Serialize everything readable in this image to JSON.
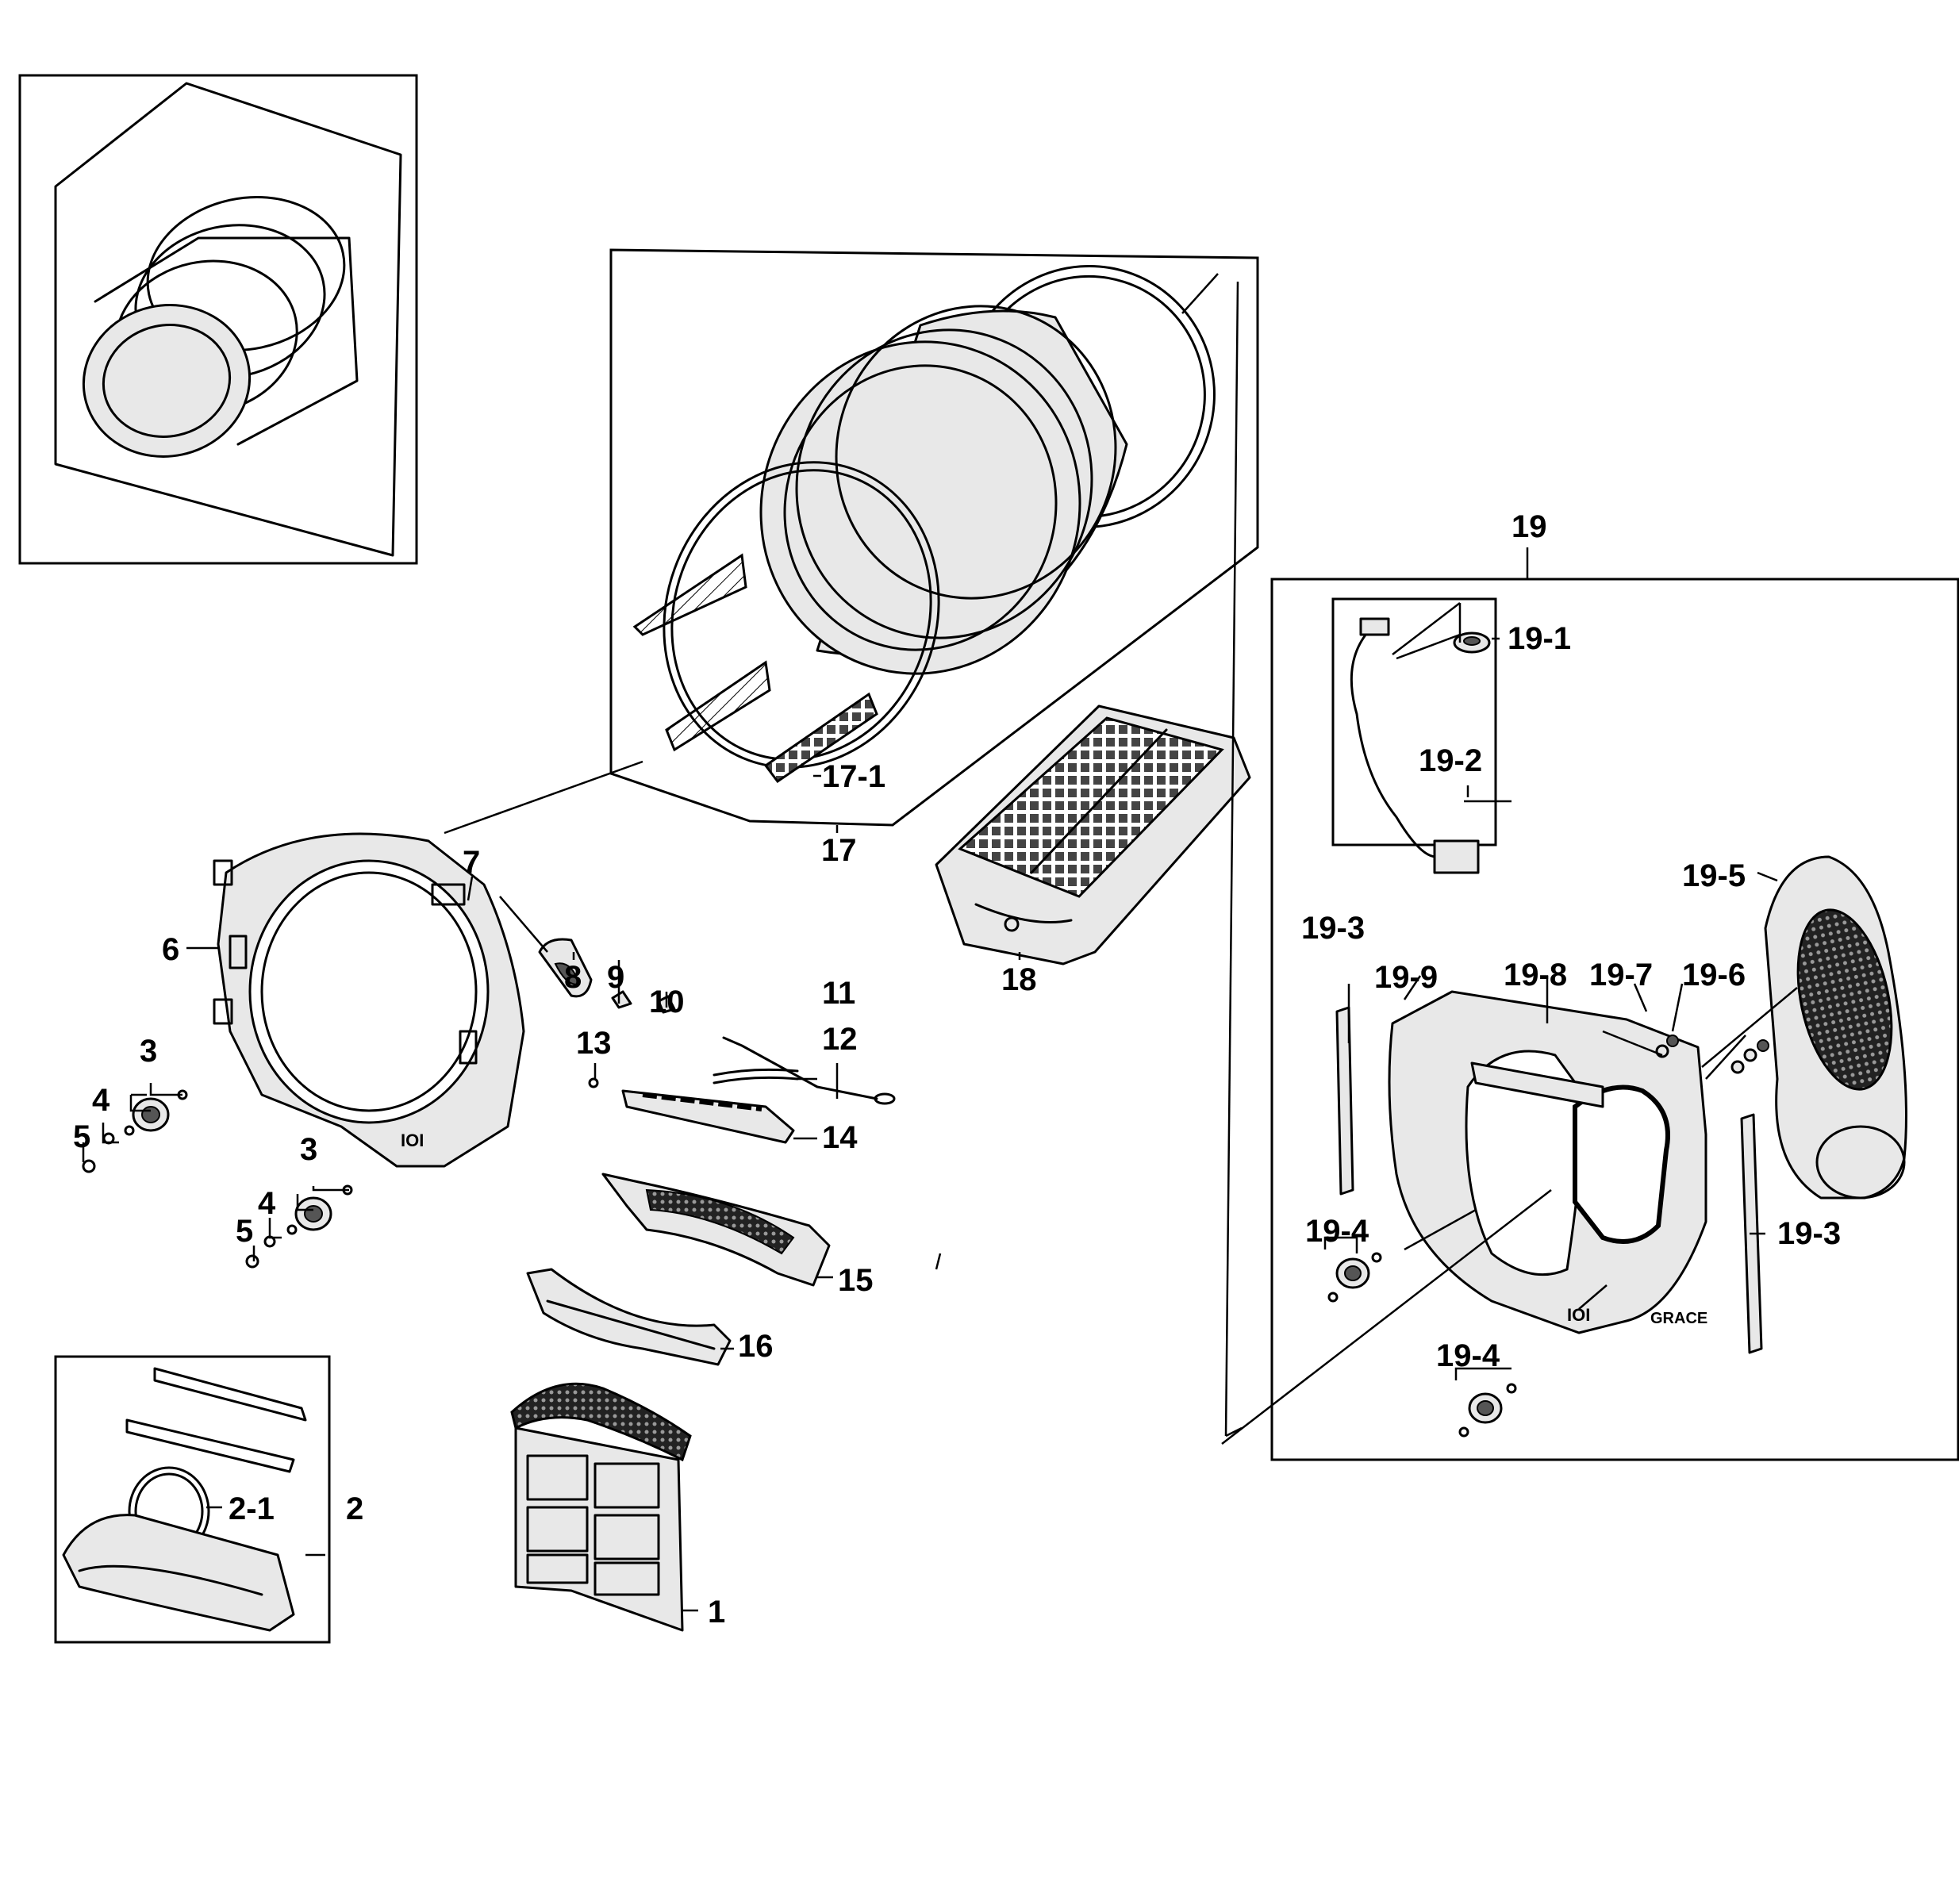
{
  "callouts": {
    "c1": "1",
    "c2": "2",
    "c2_1": "2-1",
    "c3a": "3",
    "c3b": "3",
    "c4a": "4",
    "c4b": "4",
    "c5a": "5",
    "c5b": "5",
    "c6": "6",
    "c7": "7",
    "c8": "8",
    "c9": "9",
    "c10": "10",
    "c11": "11",
    "c12": "12",
    "c13": "13",
    "c14": "14",
    "c15": "15",
    "c16": "16",
    "c17": "17",
    "c17_1": "17-1",
    "c18": "18",
    "c19": "19",
    "c19_1": "19-1",
    "c19_2": "19-2",
    "c19_3a": "19-3",
    "c19_3b": "19-3",
    "c19_4a": "19-4",
    "c19_4b": "19-4",
    "c19_5": "19-5",
    "c19_6": "19-6",
    "c19_7": "19-7",
    "c19_8": "19-8",
    "c19_9": "19-9"
  },
  "markings": {
    "grace_logo": "GRACE"
  }
}
